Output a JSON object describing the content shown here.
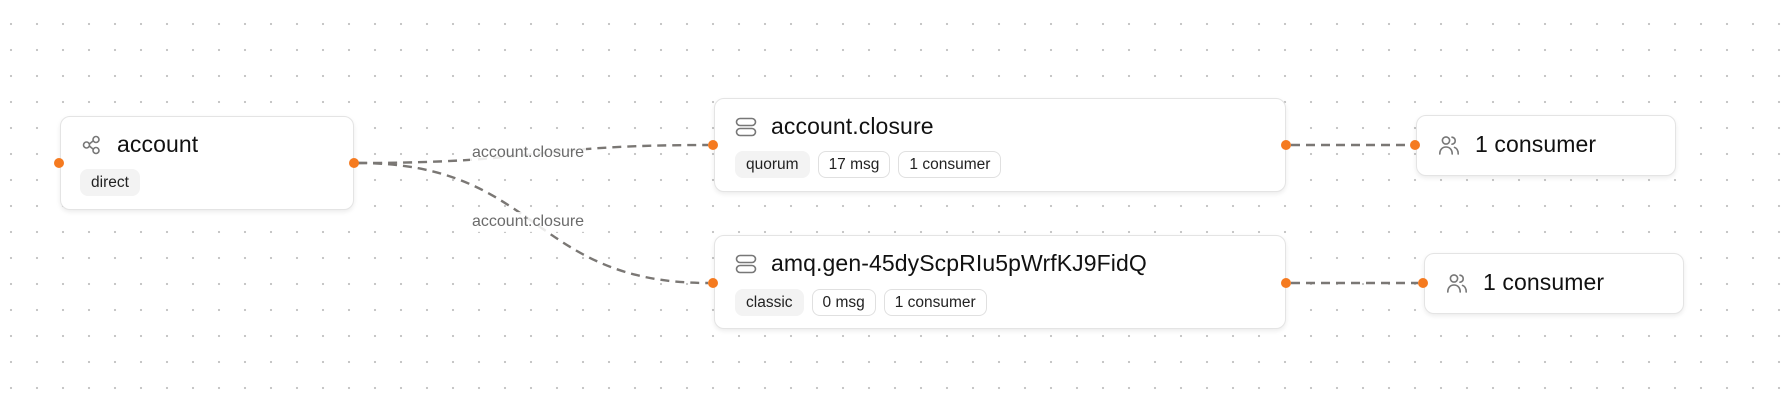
{
  "colors": {
    "handle": "#f57a1f",
    "edge": "#7a7774",
    "node_border": "#e4e4e4",
    "chip_fill": "#f3f3f3",
    "grid_dot": "#c4c4c4"
  },
  "nodes": {
    "exchange": {
      "icon": "share-nodes-icon",
      "title": "account",
      "chips": [
        "direct"
      ]
    },
    "queue_1": {
      "icon": "queue-stack-icon",
      "title": "account.closure",
      "chips": [
        "quorum",
        "17 msg",
        "1 consumer"
      ]
    },
    "queue_2": {
      "icon": "queue-stack-icon",
      "title": "amq.gen-45dyScpRIu5pWrfKJ9FidQ",
      "chips": [
        "classic",
        "0 msg",
        "1 consumer"
      ]
    },
    "consumer_1": {
      "icon": "users-icon",
      "title": "1 consumer"
    },
    "consumer_2": {
      "icon": "users-icon",
      "title": "1 consumer"
    }
  },
  "edges": [
    {
      "from": "account",
      "to": "account.closure",
      "label": "account.closure"
    },
    {
      "from": "account",
      "to": "amq.gen-45dyScpRIu5pWrfKJ9FidQ",
      "label": "account.closure"
    },
    {
      "from": "account.closure",
      "to": "1 consumer",
      "label": ""
    },
    {
      "from": "amq.gen-45dyScpRIu5pWrfKJ9FidQ",
      "to": "1 consumer",
      "label": ""
    }
  ]
}
